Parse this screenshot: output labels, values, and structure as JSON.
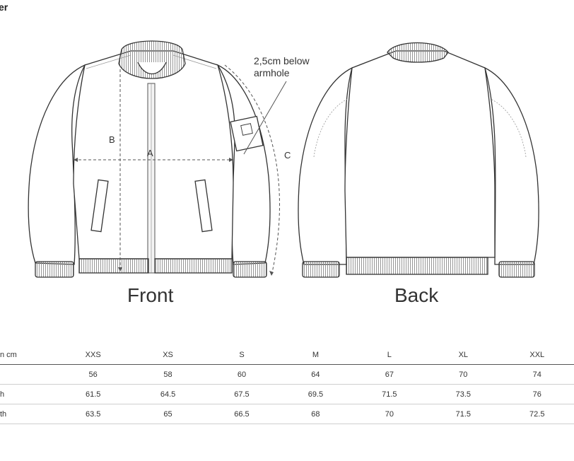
{
  "header": {
    "title": "er"
  },
  "views": {
    "front_label": "Front",
    "back_label": "Back"
  },
  "annotations": {
    "note_line1": "2,5cm below",
    "note_line2": "armhole",
    "dim_a": "A",
    "dim_b": "B",
    "dim_c": "C"
  },
  "size_table": {
    "corner_label": "n cm",
    "sizes": [
      "XXS",
      "XS",
      "S",
      "M",
      "L",
      "XL",
      "XXL"
    ],
    "rows": [
      {
        "label": "",
        "values": [
          "56",
          "58",
          "60",
          "64",
          "67",
          "70",
          "74"
        ]
      },
      {
        "label": "h",
        "values": [
          "61.5",
          "64.5",
          "67.5",
          "69.5",
          "71.5",
          "73.5",
          "76"
        ]
      },
      {
        "label": "th",
        "values": [
          "63.5",
          "65",
          "66.5",
          "68",
          "70",
          "71.5",
          "72.5"
        ]
      }
    ]
  },
  "colors": {
    "line": "#333333",
    "rib": "#777777"
  }
}
